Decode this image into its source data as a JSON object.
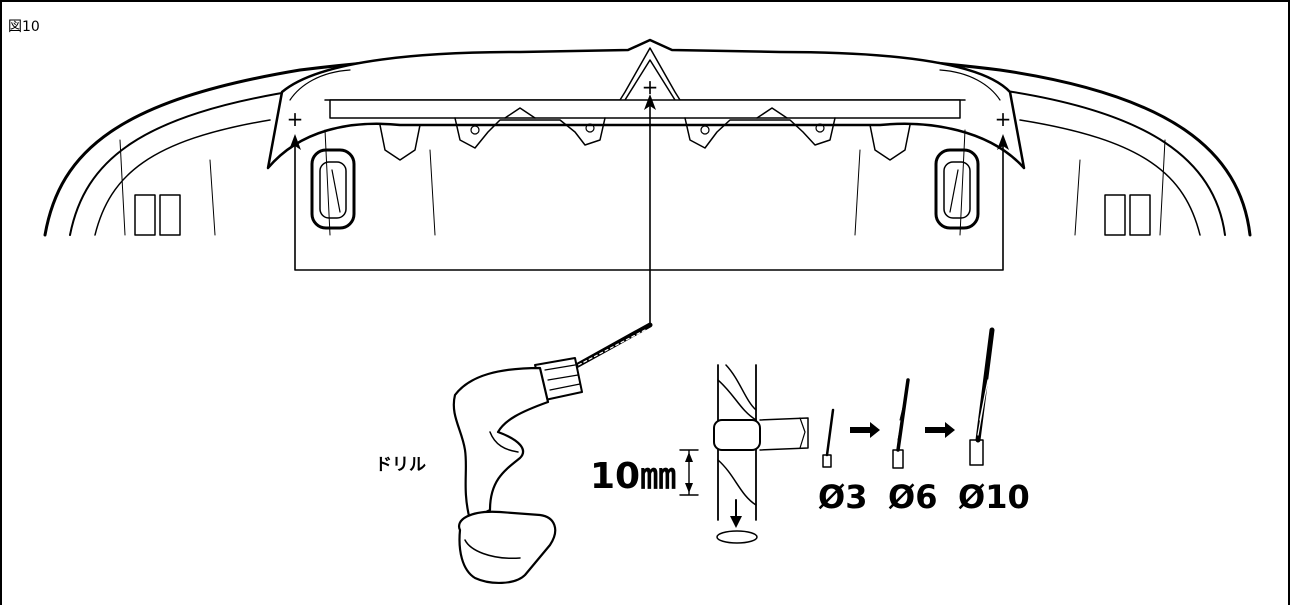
{
  "figure": {
    "label": "図10"
  },
  "labels": {
    "drill": "ドリル",
    "depth": "10㎜",
    "bit_small": "Ø3",
    "bit_medium": "Ø6",
    "bit_large": "Ø10"
  },
  "markers": {
    "drill_mark": "+"
  }
}
